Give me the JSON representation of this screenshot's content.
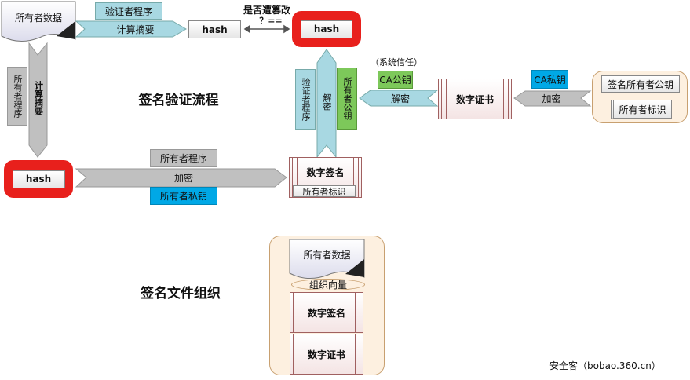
{
  "verify_flow": {
    "title": "签名验证流程",
    "owner_data": "所有者数据",
    "verifier_program_top": "验证者程序",
    "compute_digest": "计算摘要",
    "hash_computed": "hash",
    "tampered_question": "是否遭篡改",
    "compare": "？==",
    "hash_decrypted": "hash",
    "owner_program_left": "所有者程序",
    "compute_digest_vertical": "计算摘要",
    "hash_owner": "hash",
    "owner_program_bottom": "所有者程序",
    "encrypt": "加密",
    "owner_private_key": "所有者私钥",
    "digital_signature": "数字签名",
    "owner_id": "所有者标识",
    "verifier_program_vertical": "验证者程序",
    "decrypt_vertical": "解密",
    "owner_public_key": "所有者公钥",
    "system_trust": "（系统信任）",
    "ca_public_key": "CA公钥",
    "decrypt": "解密",
    "digital_certificate": "数字证书",
    "ca_private_key": "CA私钥",
    "encrypt_ca": "加密",
    "signer_public_key": "签名所有者公钥",
    "owner_id_cert": "所有者标识"
  },
  "file_org": {
    "title": "签名文件组织",
    "owner_data": "所有者数据",
    "org_vector": "组织向量",
    "digital_signature": "数字签名",
    "digital_certificate": "数字证书"
  },
  "watermark": "安全客（bobao.360.cn）",
  "colors": {
    "red": "#e8201c",
    "light_blue": "#a8d8e2",
    "blue": "#00a8e6",
    "green": "#7dc85a",
    "gray": "#c0c0c0"
  }
}
